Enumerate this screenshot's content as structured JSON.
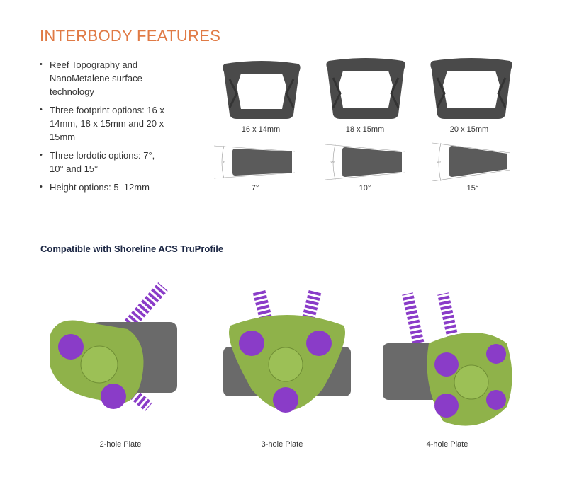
{
  "title": "INTERBODY FEATURES",
  "bullets": [
    "Reef Topography and NanoMetalene surface technology",
    "Three footprint options: 16 x 14mm, 18 x 15mm and 20 x 15mm",
    "Three lordotic options: 7°, 10° and 15°",
    "Height options: 5–12mm"
  ],
  "footprints": [
    "16 x 14mm",
    "18 x 15mm",
    "20 x 15mm"
  ],
  "lordotic": [
    {
      "label": "7°",
      "inner": "7°"
    },
    {
      "label": "10°",
      "inner": "10°"
    },
    {
      "label": "15°",
      "inner": "15°"
    }
  ],
  "compatible_heading": "Compatible with Shoreline ACS TruProfile",
  "plates": [
    "2-hole Plate",
    "3-hole Plate",
    "4-hole Plate"
  ],
  "colors": {
    "accent": "#e07a45",
    "heading": "#1c2744",
    "plate_green": "#8fb24a",
    "screw_purple": "#8a3cc8",
    "cage_gray": "#555555"
  }
}
